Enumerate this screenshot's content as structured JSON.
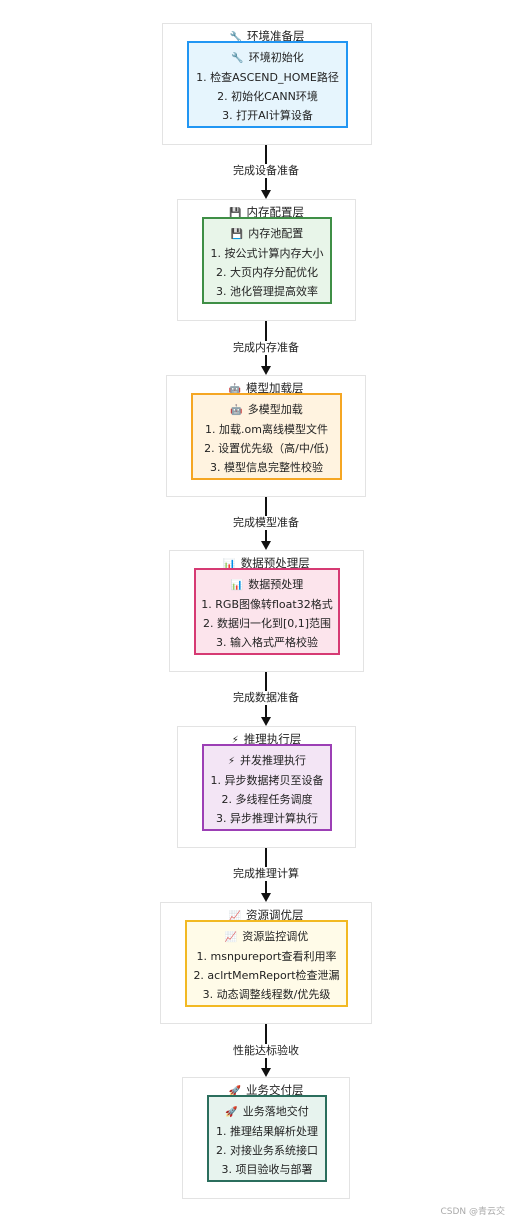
{
  "layers": [
    {
      "title": "环境准备层",
      "icon": "🔧",
      "icon_name": "wrench-icon",
      "box": {
        "title": "环境初始化",
        "border": "#2196f3",
        "fill": "#e6f5fd",
        "items": [
          "1. 检查ASCEND_HOME路径",
          "2. 初始化CANN环境",
          "3. 打开AI计算设备"
        ]
      }
    },
    {
      "title": "内存配置层",
      "icon": "💾",
      "icon_name": "floppy-disk-icon",
      "box": {
        "title": "内存池配置",
        "border": "#3f8f46",
        "fill": "#e8f5e9",
        "items": [
          "1. 按公式计算内存大小",
          "2. 大页内存分配优化",
          "3. 池化管理提高效率"
        ]
      }
    },
    {
      "title": "模型加载层",
      "icon": "🤖",
      "icon_name": "robot-icon",
      "box": {
        "title": "多模型加载",
        "border": "#f5a623",
        "fill": "#fff3e0",
        "items": [
          "1. 加载.om离线模型文件",
          "2. 设置优先级（高/中/低)",
          "3. 模型信息完整性校验"
        ]
      }
    },
    {
      "title": "数据预处理层",
      "icon": "📊",
      "icon_name": "bar-chart-icon",
      "box": {
        "title": "数据预处理",
        "border": "#d63a73",
        "fill": "#fce4ec",
        "items": [
          "1. RGB图像转float32格式",
          "2. 数据归一化到[0,1]范围",
          "3. 输入格式严格校验"
        ]
      }
    },
    {
      "title": "推理执行层",
      "icon": "⚡",
      "icon_name": "lightning-icon",
      "box": {
        "title": "并发推理执行",
        "border": "#9c3fb5",
        "fill": "#f3e5f5",
        "items": [
          "1. 异步数据拷贝至设备",
          "2. 多线程任务调度",
          "3. 异步推理计算执行"
        ]
      }
    },
    {
      "title": "资源调优层",
      "icon": "📈",
      "icon_name": "trend-chart-icon",
      "box": {
        "title": "资源监控调优",
        "border": "#f2b923",
        "fill": "#fffbe8",
        "items": [
          "1. msnpureport查看利用率",
          "2. aclrtMemReport检查泄漏",
          "3. 动态调整线程数/优先级"
        ]
      }
    },
    {
      "title": "业务交付层",
      "icon": "🚀",
      "icon_name": "rocket-icon",
      "box": {
        "title": "业务落地交付",
        "border": "#2b6e5d",
        "fill": "#e7f3ee",
        "items": [
          "1. 推理结果解析处理",
          "2. 对接业务系统接口",
          "3. 项目验收与部署"
        ]
      }
    }
  ],
  "connectors": [
    "完成设备准备",
    "完成内存准备",
    "完成模型准备",
    "完成数据准备",
    "完成推理计算",
    "性能达标验收"
  ],
  "watermark": "CSDN @青云交"
}
